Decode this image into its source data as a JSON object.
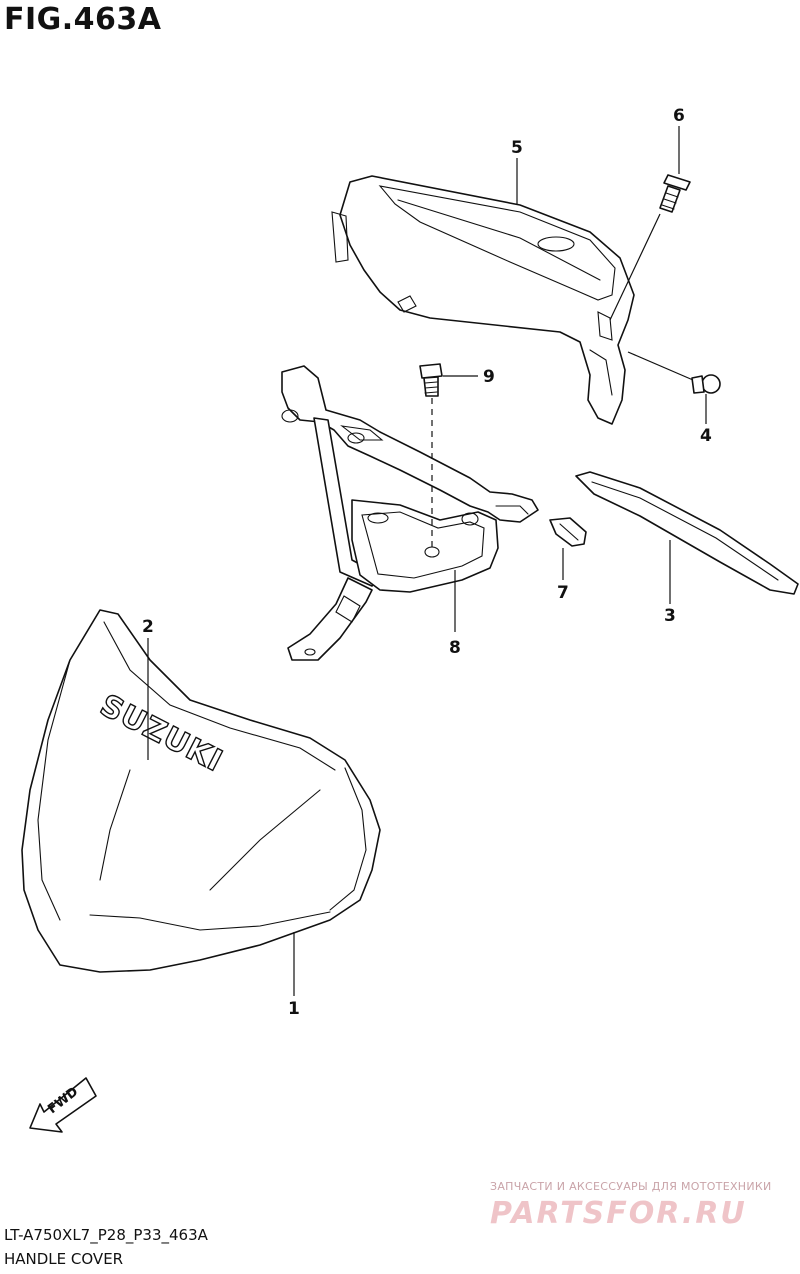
{
  "figure": {
    "title": "FIG.463A"
  },
  "callouts": [
    {
      "id": "1",
      "label": "1"
    },
    {
      "id": "2",
      "label": "2"
    },
    {
      "id": "3",
      "label": "3"
    },
    {
      "id": "4",
      "label": "4"
    },
    {
      "id": "5",
      "label": "5"
    },
    {
      "id": "6",
      "label": "6"
    },
    {
      "id": "7",
      "label": "7"
    },
    {
      "id": "8",
      "label": "8"
    },
    {
      "id": "9",
      "label": "9"
    }
  ],
  "brand_emblem": "SUZUKI",
  "fwd_label": "FWD",
  "footer": {
    "model_code": "LT-A750XL7_P28_P33_463A",
    "section_name": "HANDLE COVER"
  },
  "watermark": {
    "caption": "ЗАПЧАСТИ И АКСЕССУАРЫ ДЛЯ МОТОТЕХНИКИ",
    "logo": "PARTSFOR.RU"
  },
  "colors": {
    "line": "#111111",
    "background": "#ffffff",
    "watermark": "#efc4c8"
  }
}
